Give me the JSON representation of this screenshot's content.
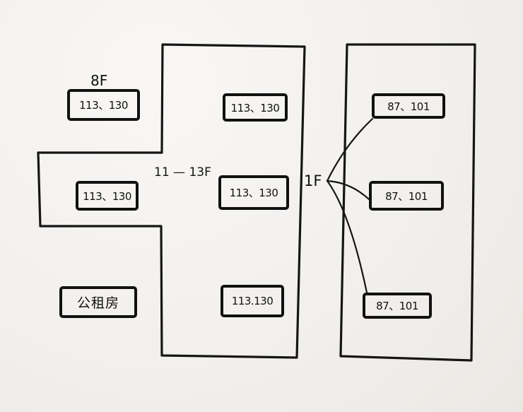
{
  "labels": {
    "floor_8": "8F",
    "floor_11_13": "11 — 13F",
    "junction": "1F",
    "public_housing": "公租房"
  },
  "left_building": {
    "boxes": [
      "113、130",
      "113、130",
      "113、130",
      "113、130",
      "113.130"
    ]
  },
  "right_building": {
    "boxes": [
      "87、101",
      "87、101",
      "87、101"
    ]
  }
}
